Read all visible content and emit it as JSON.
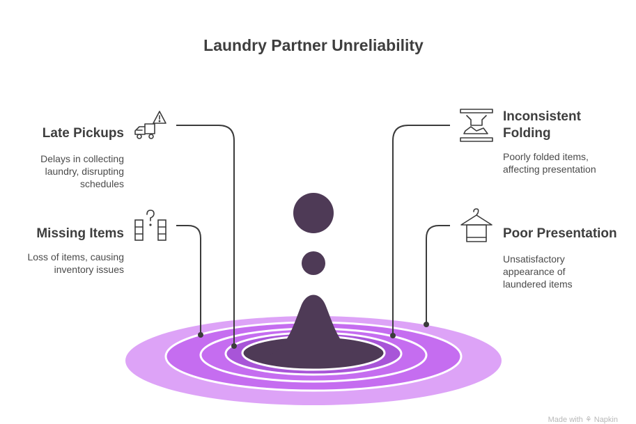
{
  "title": "Laundry Partner Unreliability",
  "items": {
    "late_pickups": {
      "heading": "Late Pickups",
      "desc": [
        "Delays in collecting",
        "laundry, disrupting",
        "schedules"
      ],
      "icon": "truck-warning-icon"
    },
    "missing_items": {
      "heading": "Missing Items",
      "desc": [
        "Loss of items, causing",
        "inventory issues"
      ],
      "icon": "missing-boxes-question-icon"
    },
    "inconsistent_folding": {
      "heading": [
        "Inconsistent",
        "Folding"
      ],
      "desc": [
        "Poorly folded items,",
        "affecting presentation"
      ],
      "icon": "folding-clothes-icon"
    },
    "poor_presentation": {
      "heading": "Poor Presentation",
      "desc": [
        "Unsatisfactory",
        "appearance of",
        "laundered items"
      ],
      "icon": "hanger-towel-icon"
    }
  },
  "footer": "Made with ⚘ Napkin",
  "colors": {
    "ring_outer": "#dda3f7",
    "ring_mid": "#c56df0",
    "ring_inner": "#a855d8",
    "core": "#4e3a56",
    "connector": "#3b3b3b"
  }
}
